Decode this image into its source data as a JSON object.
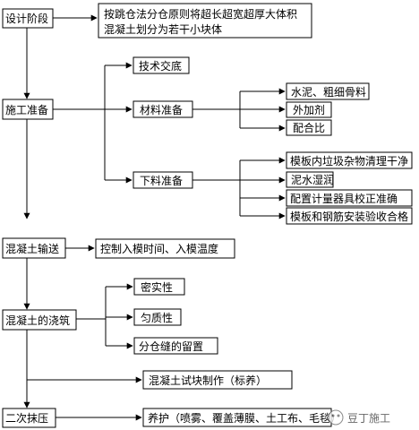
{
  "nodes": {
    "design_stage": "设计阶段",
    "design_note_line1": "按跳仓法分仓原则将超长超宽超厚大体积",
    "design_note_line2": "混凝土划分为若干小块体",
    "construction_prep": "施工准备",
    "tech_briefing": "技术交底",
    "material_prep": "材料准备",
    "cement_aggregate": "水泥、粗细骨料",
    "admixture": "外加剂",
    "mix_ratio": "配合比",
    "site_prep": "下料准备",
    "formwork_clean": "模板内垃圾杂物清理干净",
    "mud_wet": "泥水湿润",
    "meter_check": "配置计量器具校正准确",
    "formwork_rebar_accept": "模板和钢筋安装验收合格",
    "concrete_transport": "混凝土输送",
    "transport_control": "控制入模时间、入模温度",
    "concrete_pour": "混凝土的浇筑",
    "compactness": "密实性",
    "uniformity": "匀质性",
    "joint_reserve": "分仓缝的留置",
    "test_block": "混凝土试块制作（标养）",
    "second_press": "二次抹压",
    "curing": "养护（喷雾、覆盖薄膜、土工布、毛毯）"
  },
  "watermark": "豆丁施工",
  "colors": {
    "line": "#000000",
    "box_border": "#000000",
    "background": "#ffffff"
  }
}
